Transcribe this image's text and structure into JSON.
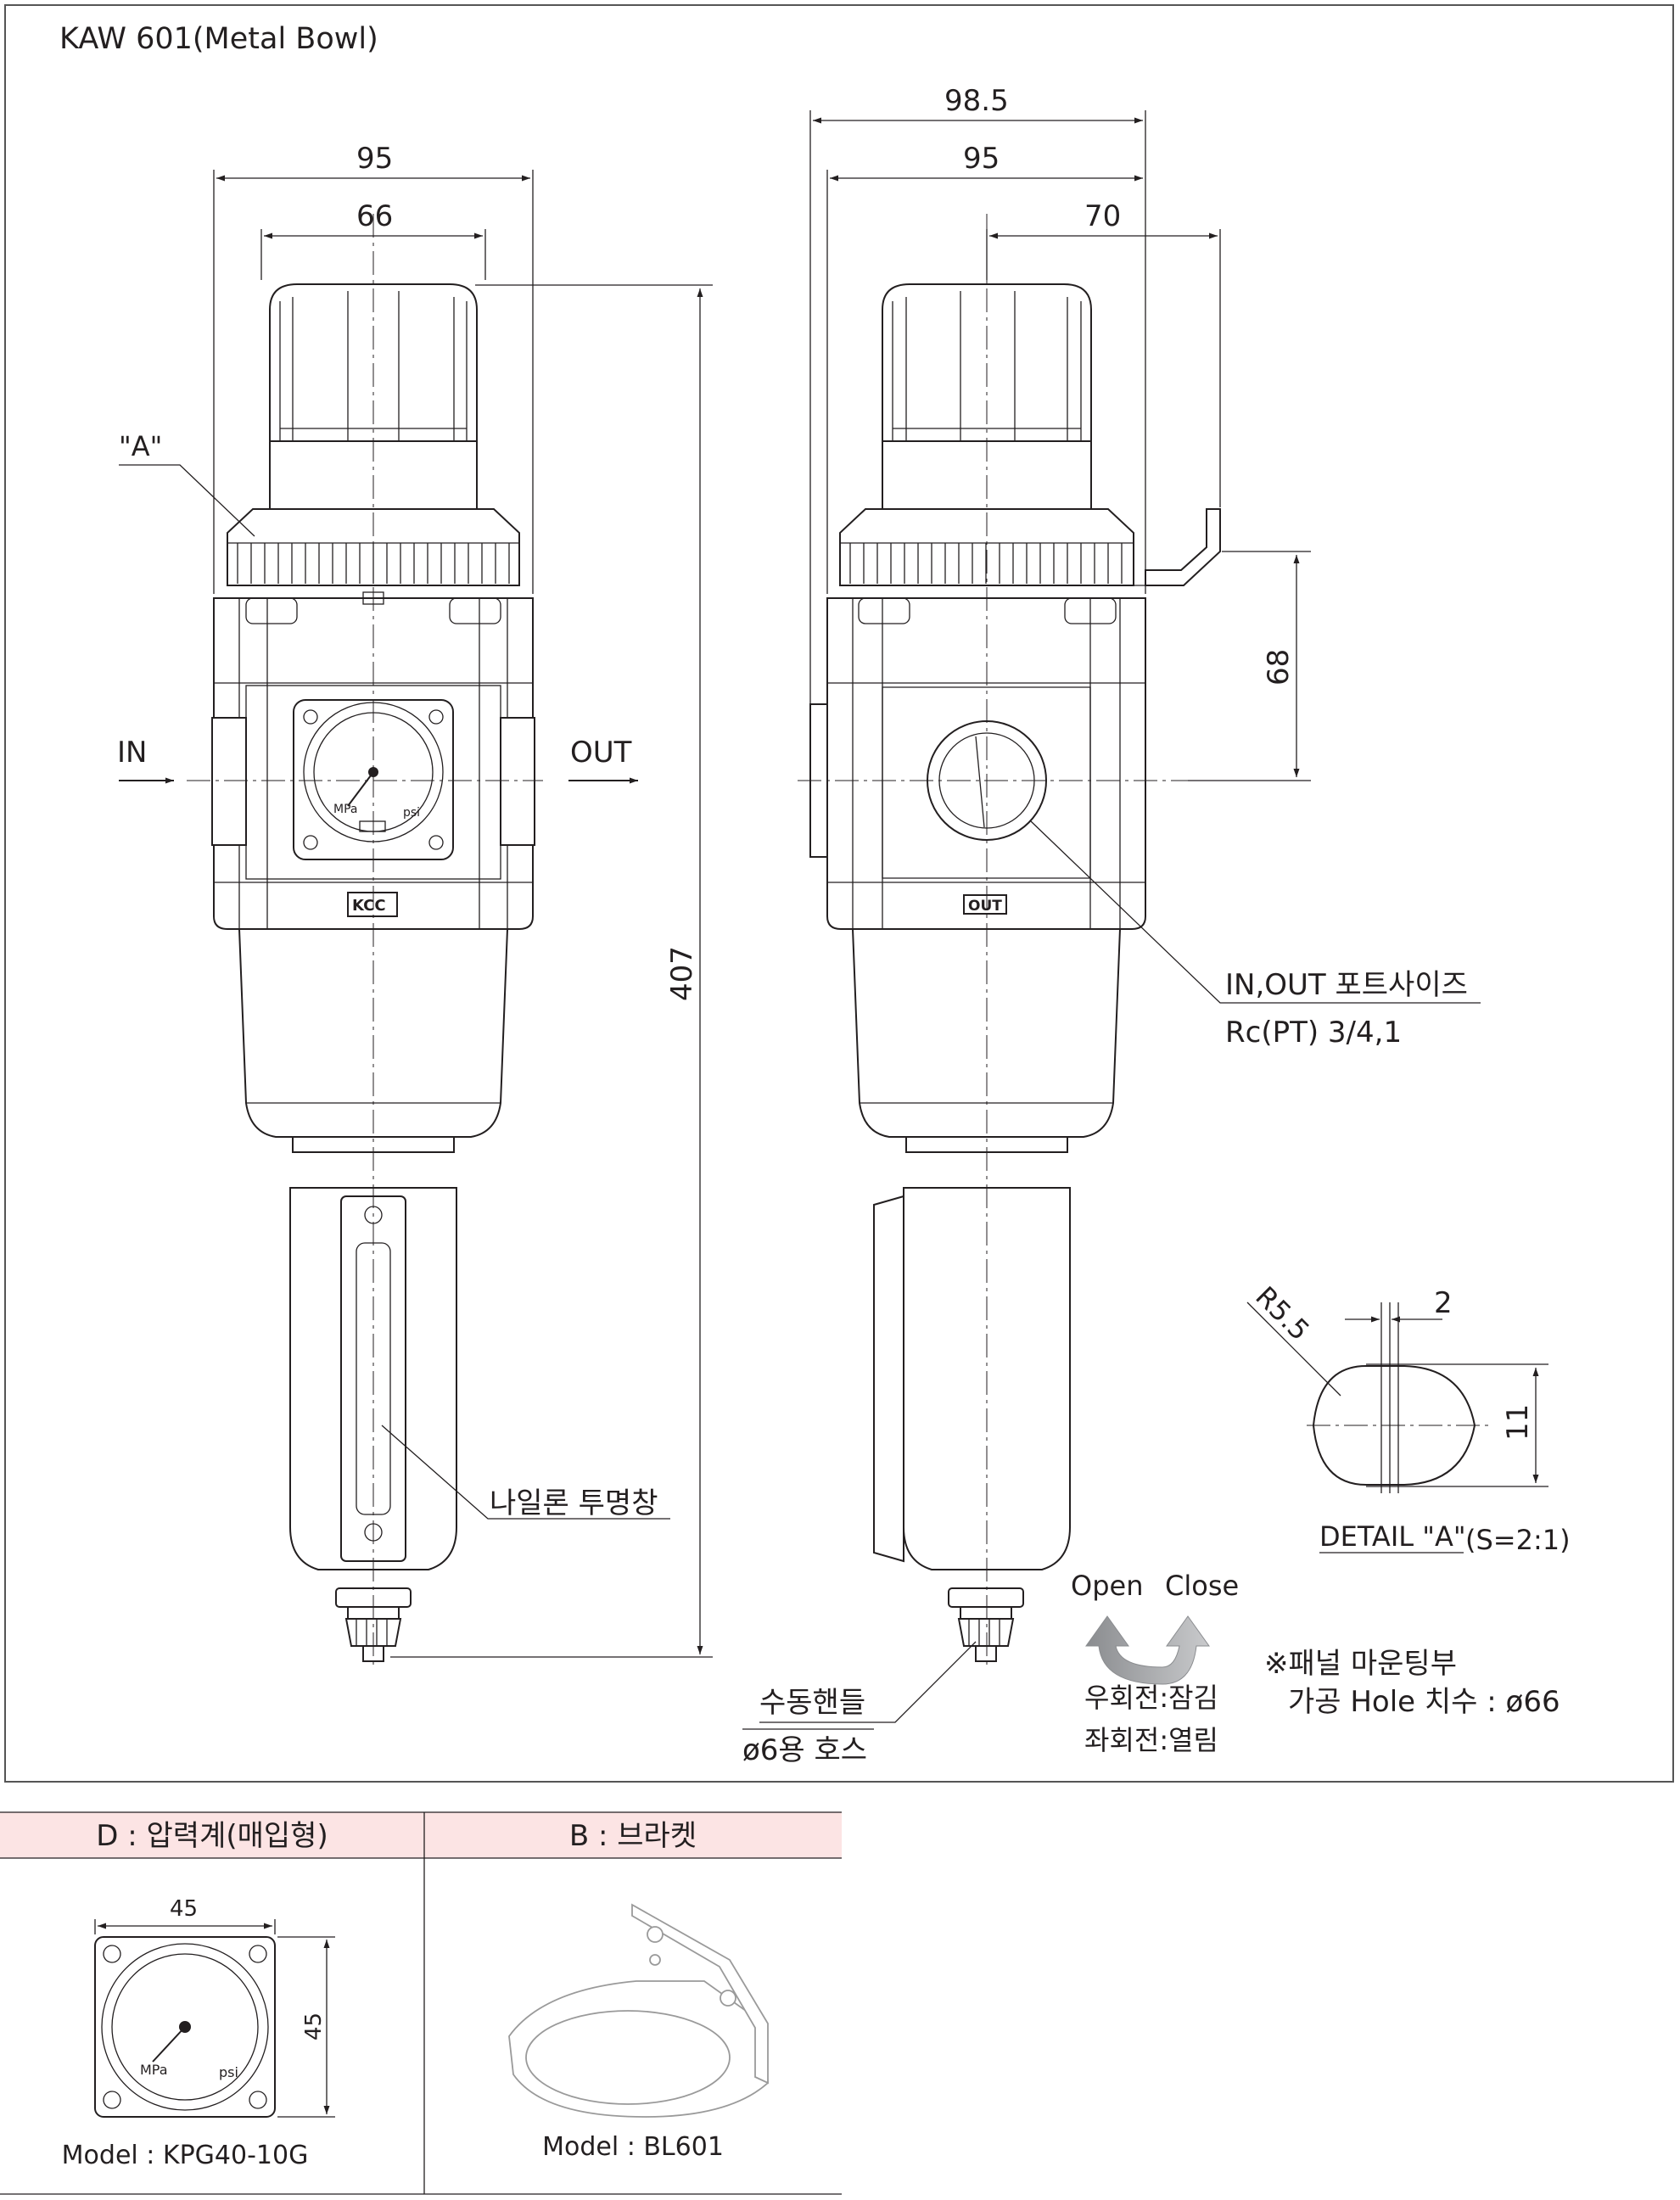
{
  "title": "KAW 601(Metal Bowl)",
  "front_view": {
    "dim_width_outer": "95",
    "dim_width_inner": "66",
    "dim_height": "407",
    "label_detail_ref": "\"A\"",
    "label_in": "IN",
    "label_out": "OUT",
    "label_window": "나일론 투명창",
    "label_handle_line1": "수동핸들",
    "label_handle_line2": "ø6용 호스",
    "gauge_unit_mpa": "MPa",
    "gauge_unit_psi": "psi",
    "brand_mark": "KCC"
  },
  "side_view": {
    "dim_overall": "98.5",
    "dim_body": "95",
    "dim_bracket": "70",
    "dim_bracket_height": "68",
    "port_marking": "OUT",
    "port_label_line1": "IN,OUT 포트사이즈",
    "port_label_line2": "Rc(PT) 3/4,1",
    "valve_open": "Open",
    "valve_close": "Close",
    "rotation_cw": "우회전:잠김",
    "rotation_ccw": "좌회전:열림"
  },
  "detail_a": {
    "radius": "R5.5",
    "dim_flat": "2",
    "dim_height": "11",
    "caption": "DETAIL \"A\"",
    "scale": "(S=2:1)"
  },
  "panel_note": {
    "line1": "※패널 마운팅부",
    "line2": "가공 Hole 치수 : ø66"
  },
  "options": {
    "gauge": {
      "header": "D : 압력계(매입형)",
      "dim_width": "45",
      "dim_height": "45",
      "model": "Model : KPG40-10G"
    },
    "bracket": {
      "header": "B : 브라켓",
      "model": "Model : BL601"
    }
  },
  "colors": {
    "line": "#231f20",
    "header_fill": "#fce4e4",
    "border": "#555555",
    "arrow_grey": "#a7a9ac"
  }
}
